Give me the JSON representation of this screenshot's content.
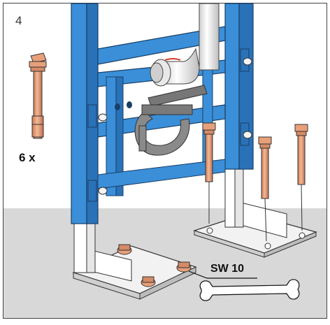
{
  "step": {
    "number": "4"
  },
  "anchor_bolt": {
    "quantity": "6 x"
  },
  "tool": {
    "wrench_size": "SW 10"
  },
  "colors": {
    "frame_blue": "#3a8fd8",
    "frame_dark": "#1f5f9e",
    "floor_gray": "#d9d9d9",
    "bolt_copper": "#e8a07a",
    "pipe_white": "#f4f4f4",
    "clamp_gray": "#8a8a8a"
  }
}
